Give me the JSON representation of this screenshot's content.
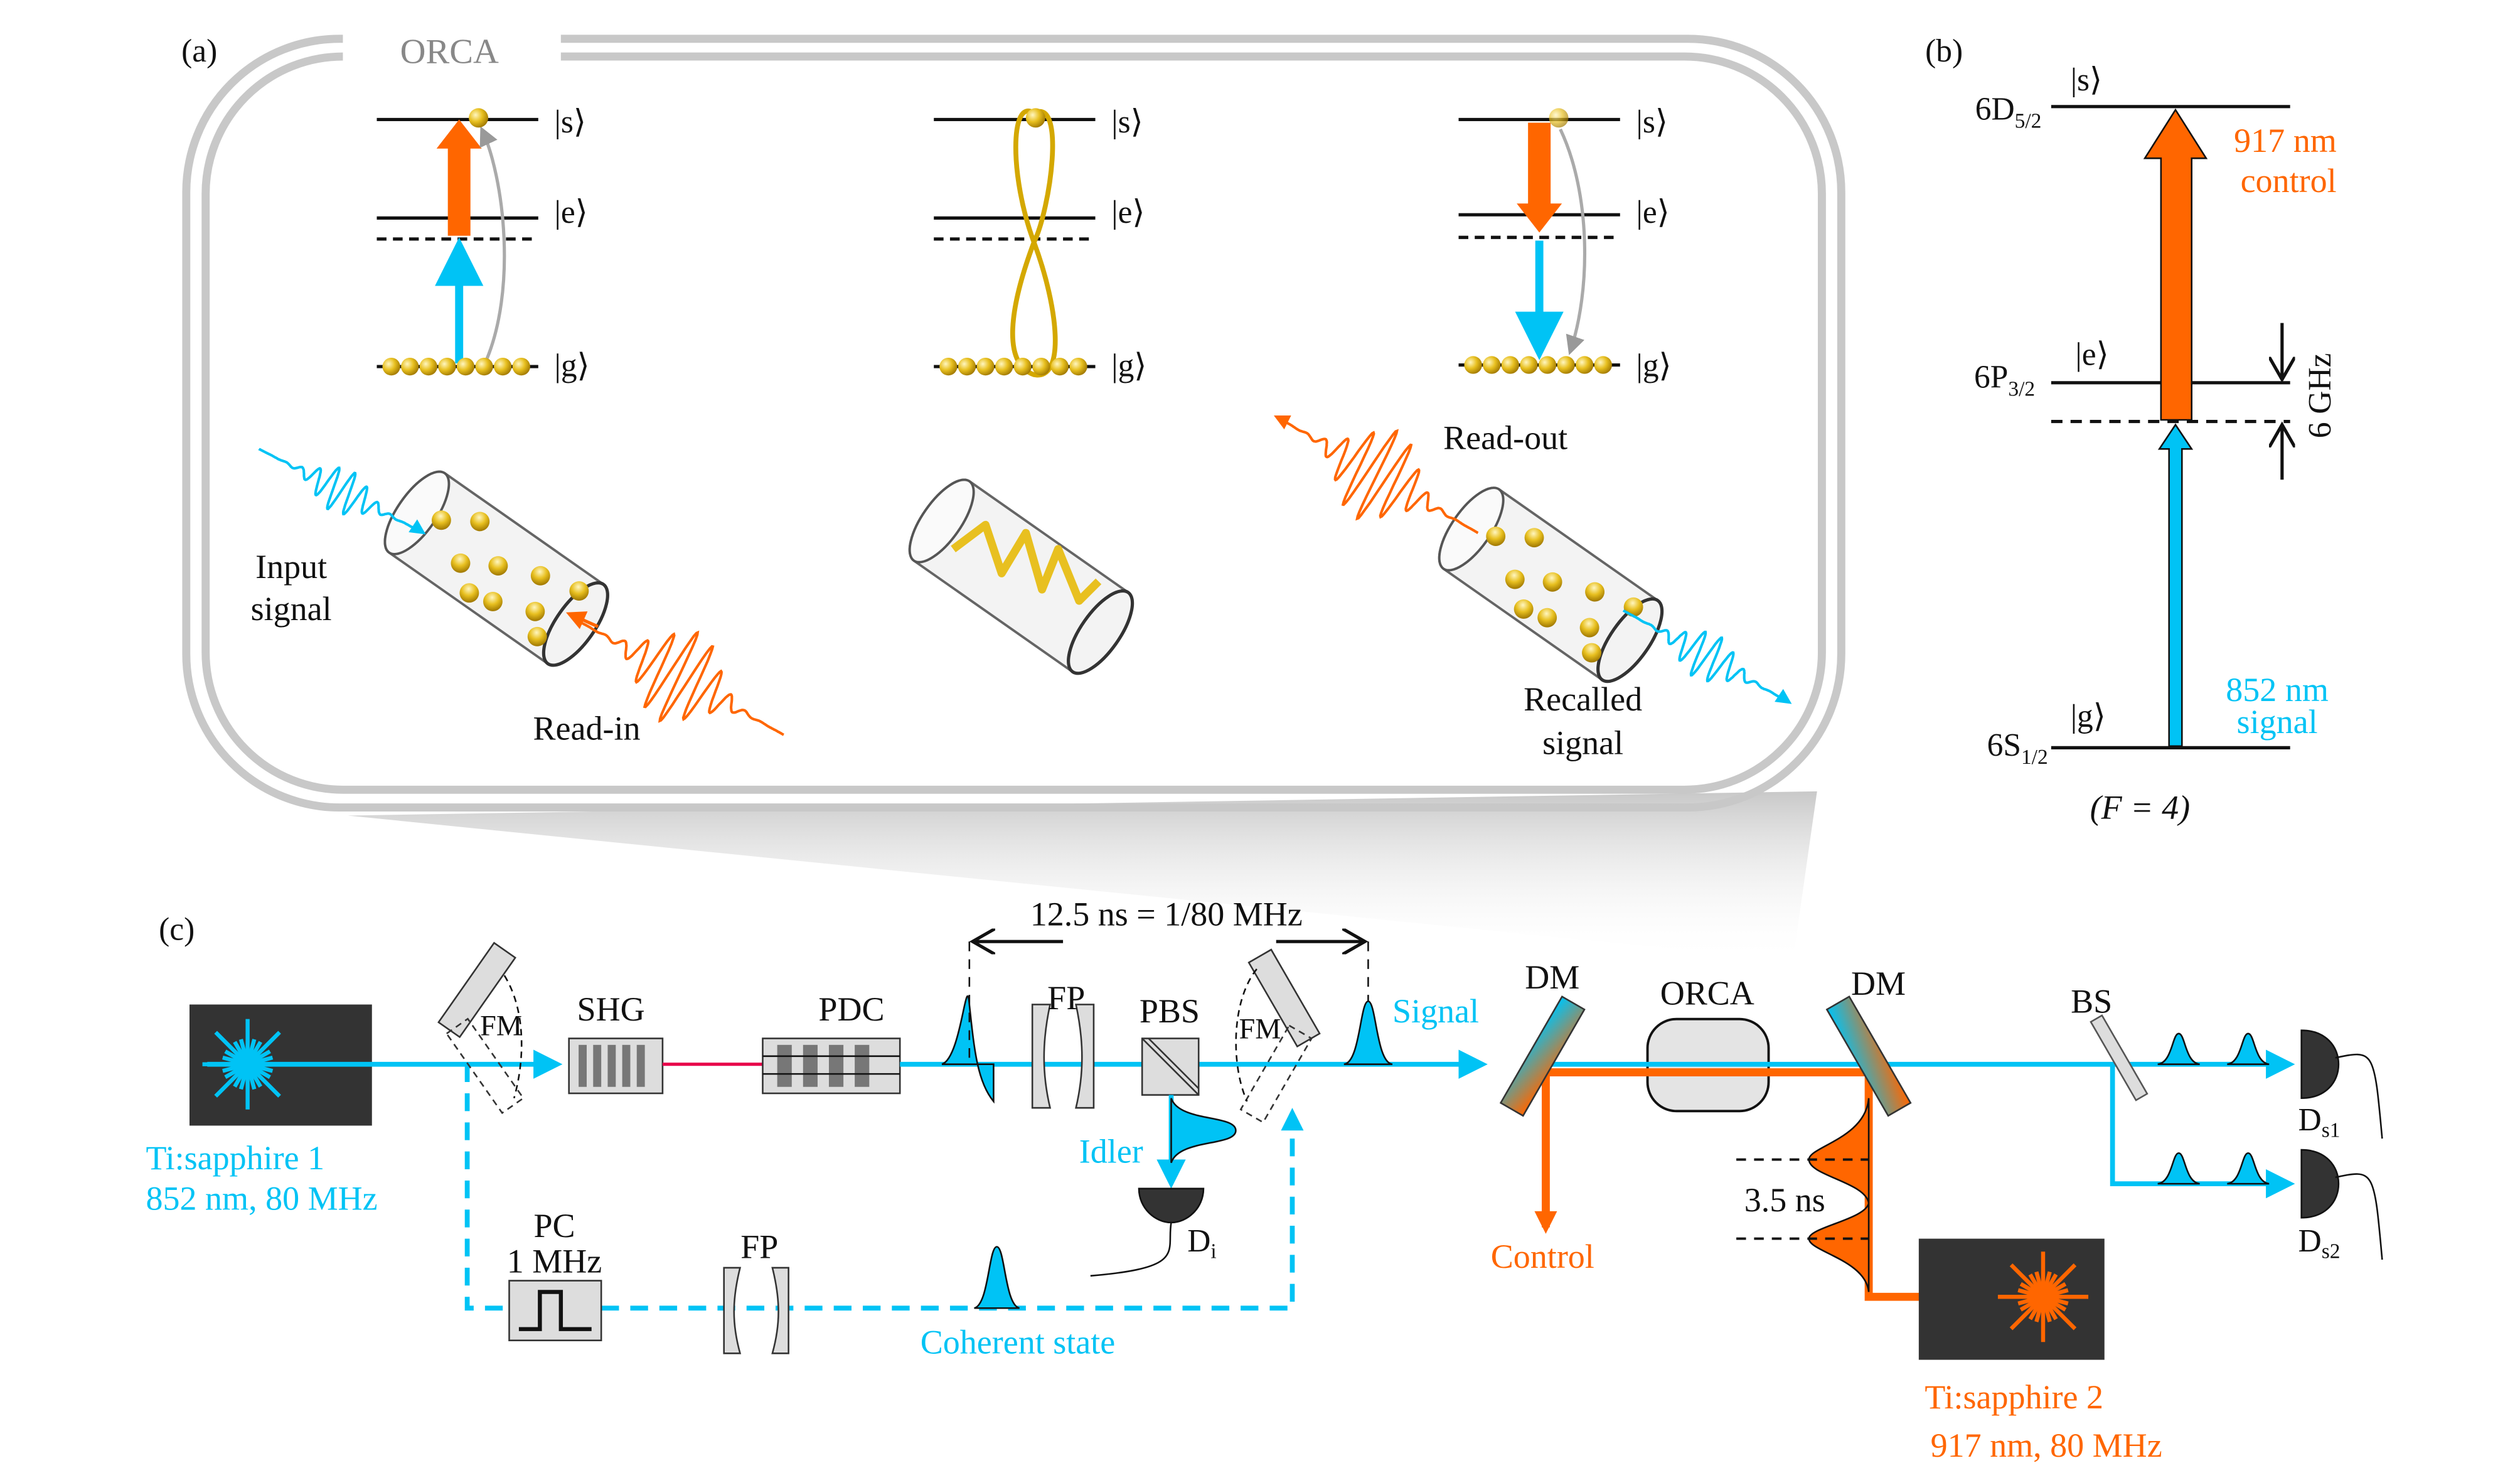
{
  "colors": {
    "signal": "#00c3f5",
    "control": "#ff6600",
    "atom": "#e8c020",
    "laser_box": "#333333",
    "component": "#dddddd"
  },
  "panel_a": {
    "label": "(a)",
    "frame_title": "ORCA",
    "ket_s": "|s⟩",
    "ket_e": "|e⟩",
    "ket_g": "|g⟩",
    "input_signal": [
      "Input",
      "signal"
    ],
    "read_in": "Read-in",
    "read_out": "Read-out",
    "recalled_signal": [
      "Recalled",
      "signal"
    ]
  },
  "panel_b": {
    "label": "(b)",
    "levels": [
      {
        "name": "6D",
        "sub": "5/2",
        "ket": "|s⟩"
      },
      {
        "name": "6P",
        "sub": "3/2",
        "ket": "|e⟩"
      },
      {
        "name": "6S",
        "sub": "1/2",
        "ket": "|g⟩"
      }
    ],
    "control_label": [
      "917 nm",
      "control"
    ],
    "signal_label": [
      "852 nm",
      "signal"
    ],
    "detuning": "6 GHz",
    "hyperfine": "(F = 4)"
  },
  "panel_c": {
    "label": "(c)",
    "laser1": [
      "Ti:sapphire 1",
      "852 nm, 80 MHz"
    ],
    "laser2": [
      "Ti:sapphire 2",
      "917 nm, 80 MHz"
    ],
    "fm": "FM",
    "shg": "SHG",
    "pdc": "PDC",
    "fp": "FP",
    "pbs": "PBS",
    "period": "12.5 ns = 1/80 MHz",
    "signal": "Signal",
    "idler": "Idler",
    "detector_idler": {
      "name": "D",
      "sub": "i"
    },
    "pc": [
      "PC",
      "1 MHz"
    ],
    "coherent_state": "Coherent state",
    "dm": "DM",
    "orca": "ORCA",
    "control": "Control",
    "delay": "3.5 ns",
    "bs": "BS",
    "detector_s1": {
      "name": "D",
      "sub": "s1"
    },
    "detector_s2": {
      "name": "D",
      "sub": "s2"
    }
  }
}
